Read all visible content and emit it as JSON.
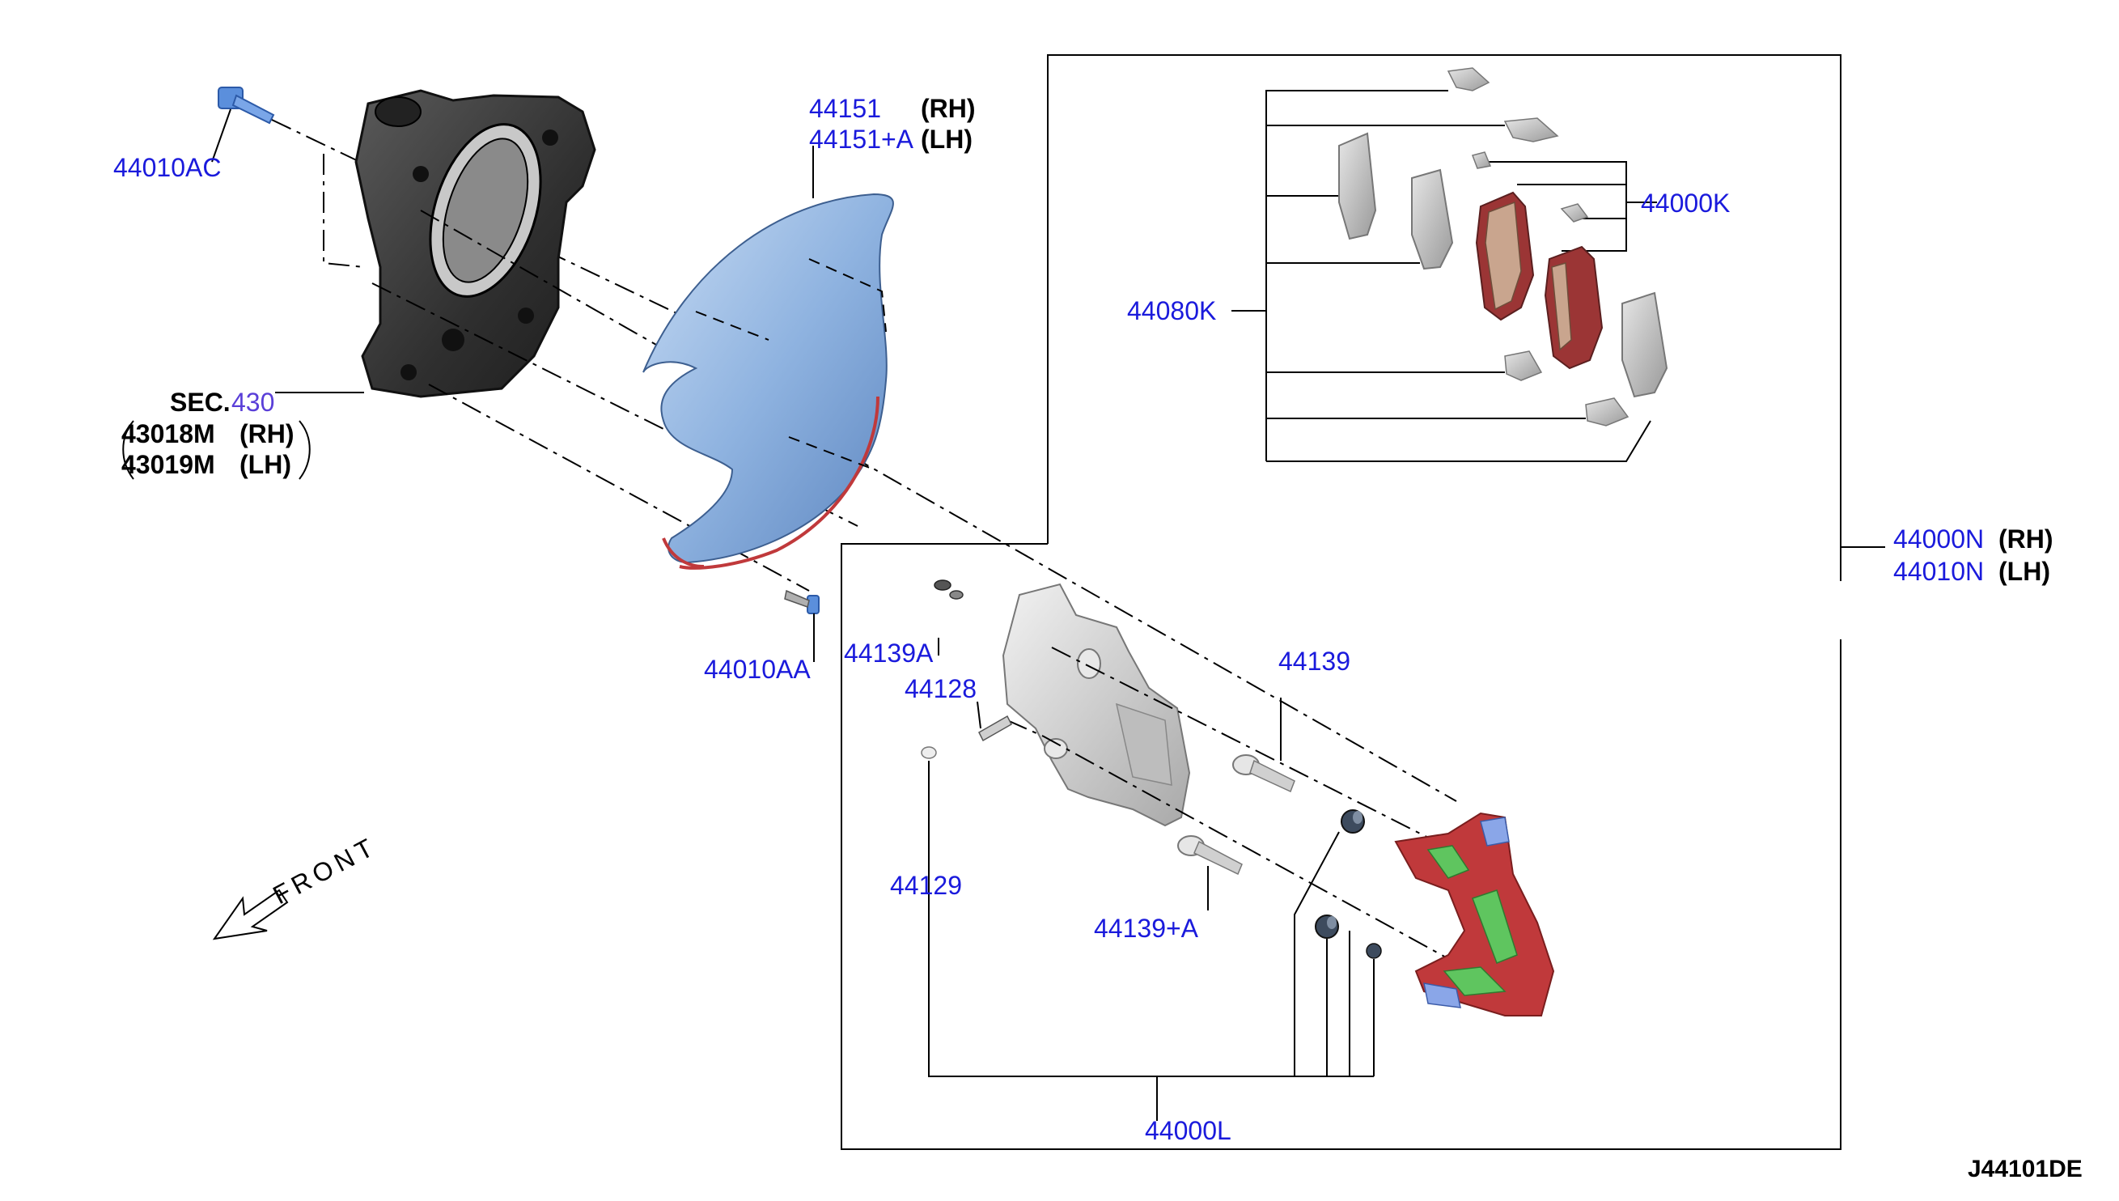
{
  "labels": {
    "bolt_upper": "44010AC",
    "bolt_lower": "44010AA",
    "shield_rh": "44151",
    "shield_lh": "44151+A",
    "rh": "(RH)",
    "lh": "(LH)",
    "sec_prefix": "SEC.",
    "sec_num": "430",
    "knuckle_rh": "43018M",
    "knuckle_lh": "43019M",
    "pad_kit": "44000K",
    "shim_kit": "44080K",
    "assy_rh": "44000N",
    "assy_lh": "44010N",
    "pin_boot": "44139A",
    "bleeder": "44128",
    "pin_bolt": "44139",
    "cap": "44129",
    "pin_bolt_b": "44139+A",
    "seal_kit": "44000L",
    "front": "FRONT",
    "diagram_code": "J44101DE"
  },
  "colors": {
    "part_number": "#1a1adc",
    "sec_number": "#5a3fd8",
    "knuckle": "#3a3a3a",
    "shield": "#8fb3e0",
    "caliper": "#d6d6d6",
    "pad_friction": "#c9a58e",
    "pad_backing": "#9b3535",
    "bracket_red": "#c0393b",
    "bracket_green": "#5fc55f",
    "bolt_blue": "#5b8fdc"
  }
}
